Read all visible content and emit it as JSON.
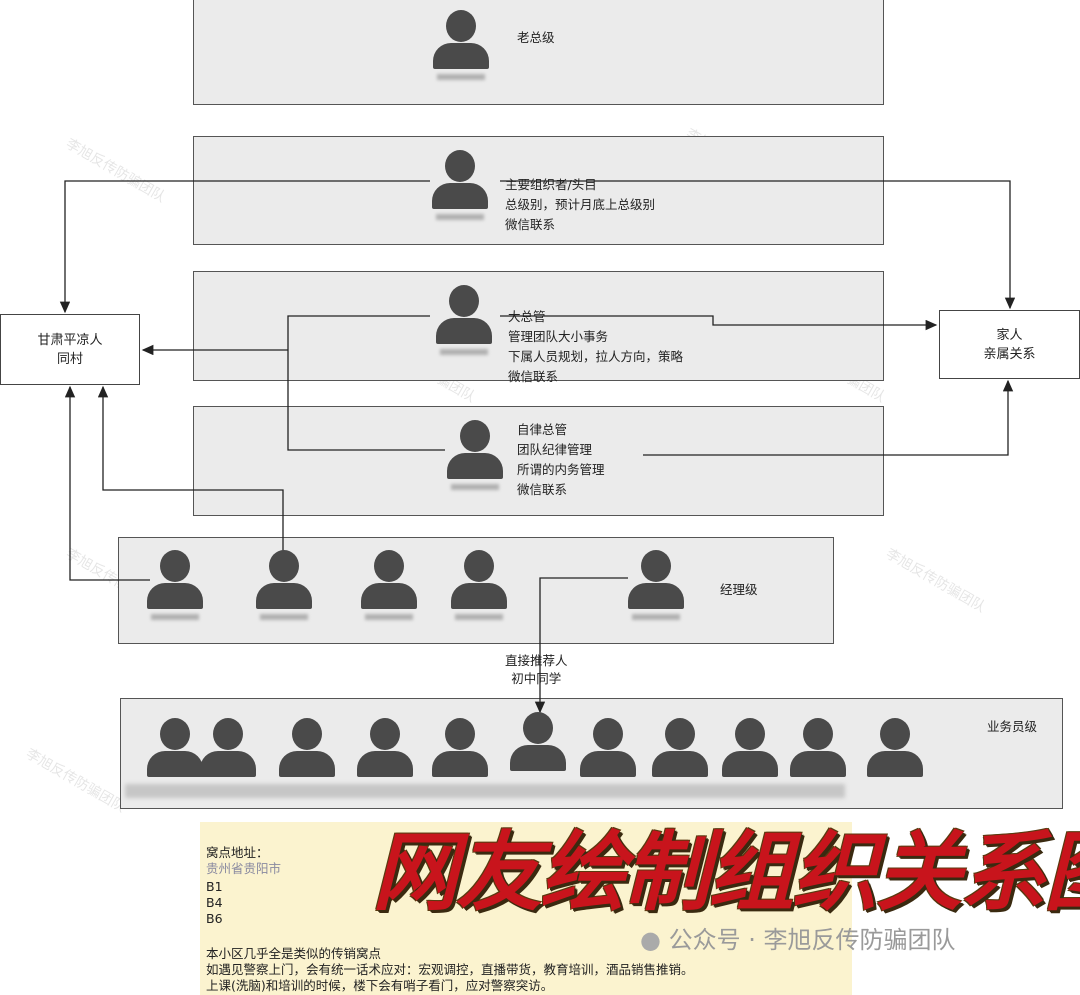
{
  "tiers": {
    "boss": {
      "label": "老总级"
    },
    "organizer": {
      "lines": [
        "主要组织者/头目",
        "总级别，预计月底上总级别",
        "微信联系"
      ]
    },
    "chief_manager": {
      "lines": [
        "大总管",
        "管理团队大小事务",
        "下属人员规划，拉人方向，策略",
        "微信联系"
      ]
    },
    "discipline": {
      "lines": [
        "自律总管",
        "团队纪律管理",
        "所谓的内务管理",
        "微信联系"
      ]
    },
    "manager": {
      "label": "经理级"
    },
    "staff": {
      "label": "业务员级"
    }
  },
  "side_boxes": {
    "hometown": {
      "lines": [
        "甘肃平凉人",
        "同村"
      ]
    },
    "family": {
      "lines": [
        "家人",
        "亲属关系"
      ]
    }
  },
  "referrer": {
    "lines": [
      "直接推荐人",
      "初中同学"
    ]
  },
  "note": {
    "address_label": "窝点地址：",
    "address": "贵州省贵阳市",
    "units": [
      "B1",
      "B4",
      "B6"
    ],
    "lines": [
      "本小区几乎全是类似的传销窝点",
      "如遇见警察上门，会有统一话术应对：宏观调控，直播带货，教育培训，酒品销售推销。",
      "上课(洗脑)和培训的时候，楼下会有哨子看门，应对警察突访。"
    ]
  },
  "title": "网友绘制组织关系图",
  "wechat_credit": "公众号 · 李旭反传防骗团队",
  "watermark": "李旭反传防骗团队"
}
